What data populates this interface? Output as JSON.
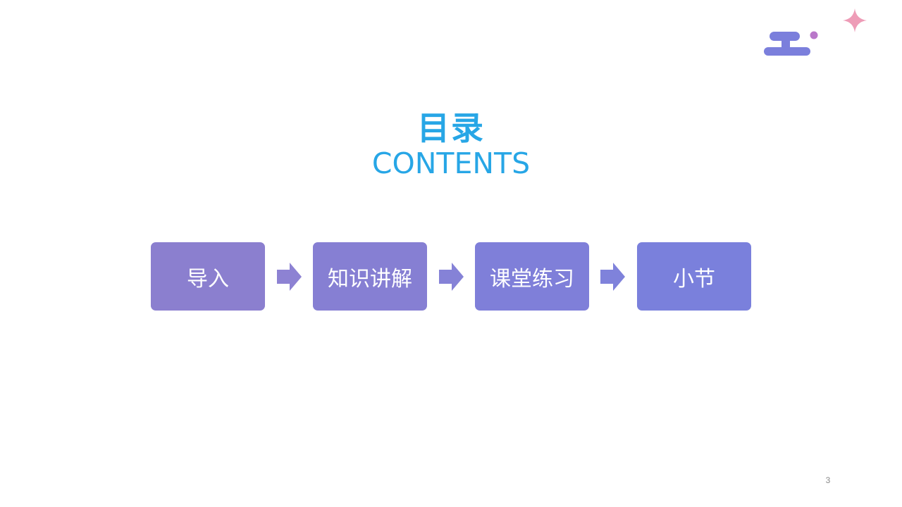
{
  "slide": {
    "title_cn": "目录",
    "title_en": "CONTENTS",
    "title_color": "#27a6e6",
    "page_number": "3"
  },
  "steps": [
    {
      "label": "导入",
      "color": "#8b7fcf"
    },
    {
      "label": "知识讲解",
      "color": "#867fd3"
    },
    {
      "label": "课堂练习",
      "color": "#7f7fd9"
    },
    {
      "label": "小节",
      "color": "#7a80dc"
    }
  ],
  "arrows": [
    {
      "color": "#8d82d3",
      "icon": "arrow-right-icon"
    },
    {
      "color": "#8582d7",
      "icon": "arrow-right-icon"
    },
    {
      "color": "#7f82db",
      "icon": "arrow-right-icon"
    }
  ],
  "decorations": {
    "logo_color": "#7b7fdc",
    "logo_dot_color": "#b978c9",
    "sparkle_color": "#ee9cb7"
  }
}
